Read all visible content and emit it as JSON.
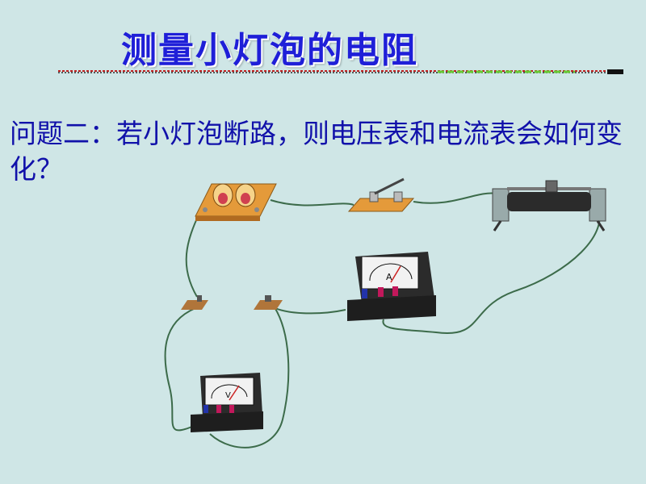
{
  "slide": {
    "title": "测量小灯泡的电阻",
    "question": "问题二：若小灯泡断路，则电压表和电流表会如何变化？"
  },
  "circuit": {
    "components": [
      "bulb-board",
      "switch",
      "rheostat",
      "ammeter",
      "voltmeter",
      "terminal-left",
      "terminal-right"
    ],
    "ammeter_symbol": "A",
    "voltmeter_symbol": "V",
    "colors": {
      "title": "#1f1fd8",
      "text": "#1111aa",
      "board": "#e49a3a",
      "wire": "#3c6b4a",
      "meter_body": "#2b2b2b"
    }
  }
}
